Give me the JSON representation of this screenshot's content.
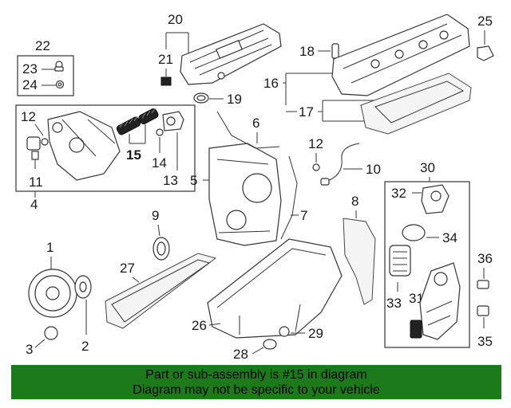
{
  "callouts": {
    "c1": "1",
    "c2": "2",
    "c3": "3",
    "c4": "4",
    "c5": "5",
    "c6": "6",
    "c7": "7",
    "c8": "8",
    "c9": "9",
    "c10": "10",
    "c11": "11",
    "c12a": "12",
    "c12b": "12",
    "c13": "13",
    "c14": "14",
    "c15": "15",
    "c16": "16",
    "c17": "17",
    "c18": "18",
    "c19": "19",
    "c20": "20",
    "c21": "21",
    "c22": "22",
    "c23": "23",
    "c24": "24",
    "c25": "25",
    "c26": "26",
    "c27": "27",
    "c28": "28",
    "c29": "29",
    "c30": "30",
    "c31": "31",
    "c32": "32",
    "c33": "33",
    "c34": "34",
    "c35": "35",
    "c36": "36"
  },
  "banner": {
    "line1": "Part or sub-assembly is #15 in diagram",
    "line2": "Diagram may not be specific to your vehicle",
    "color": "#1c7a1a"
  },
  "highlight_part": "15"
}
